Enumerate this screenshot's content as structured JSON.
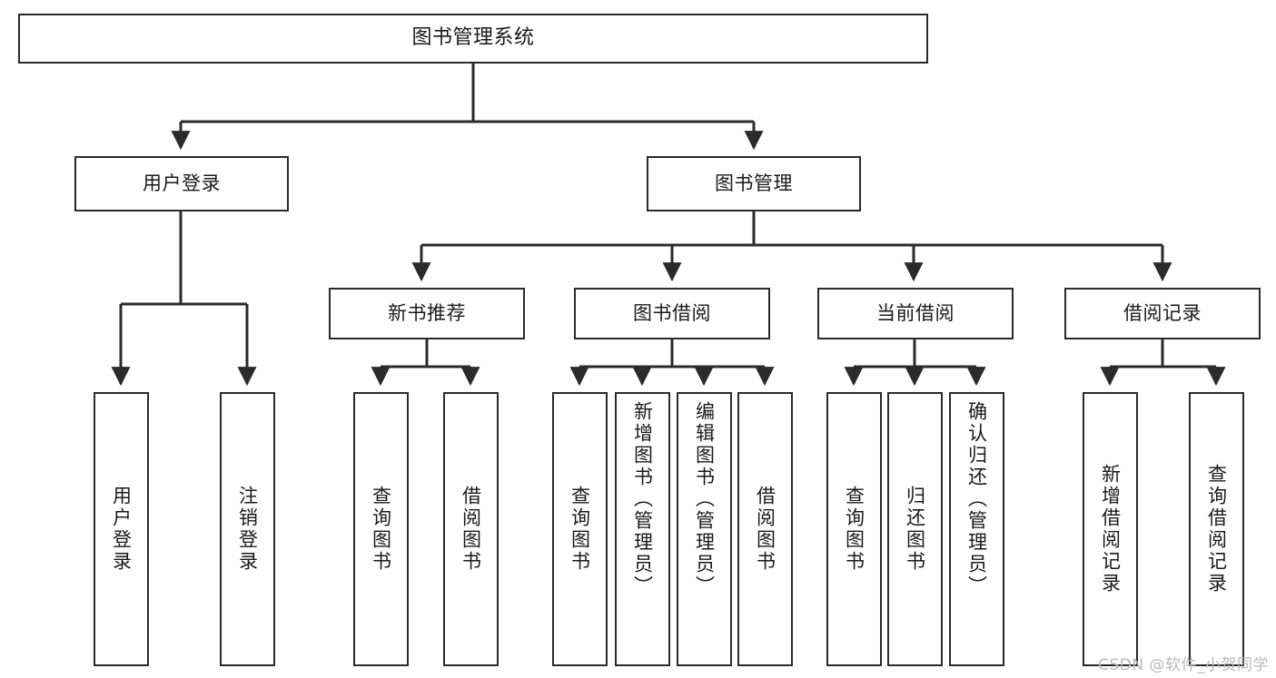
{
  "diagram": {
    "title": "图书管理系统",
    "watermark": "CSDN @软件_小贺同学",
    "style": {
      "line_color": "#2b2b2b",
      "box_fill": "#ffffff",
      "text_color": "#1a1a1a",
      "watermark_color": "#b9b9b9"
    },
    "levels": {
      "root": "图书管理系统",
      "level2": [
        "用户登录",
        "图书管理"
      ],
      "level3": [
        "新书推荐",
        "图书借阅",
        "当前借阅",
        "借阅记录"
      ]
    },
    "nodes": {
      "root": {
        "label": "图书管理系统"
      },
      "user_login": {
        "label": "用户登录"
      },
      "book_manage": {
        "label": "图书管理"
      },
      "new_book_rec": {
        "label": "新书推荐"
      },
      "book_borrow": {
        "label": "图书借阅"
      },
      "current_borrow": {
        "label": "当前借阅"
      },
      "borrow_record": {
        "label": "借阅记录"
      },
      "leaf_user_login": {
        "label": "用户登录"
      },
      "leaf_logout": {
        "label": "注销登录"
      },
      "leaf_query_book_1": {
        "label": "查询图书"
      },
      "leaf_borrow_book_1": {
        "label": "借阅图书"
      },
      "leaf_query_book_2": {
        "label": "查询图书"
      },
      "leaf_add_book": {
        "label": "新增图书（管理员）"
      },
      "leaf_edit_book": {
        "label": "编辑图书（管理员）"
      },
      "leaf_borrow_book_2": {
        "label": "借阅图书"
      },
      "leaf_query_book_3": {
        "label": "查询图书"
      },
      "leaf_return_book": {
        "label": "归还图书"
      },
      "leaf_confirm_return": {
        "label": "确认归还（管理员）"
      },
      "leaf_add_record": {
        "label": "新增借阅记录"
      },
      "leaf_query_record": {
        "label": "查询借阅记录"
      }
    },
    "edges": [
      {
        "from": "root",
        "to": "user_login"
      },
      {
        "from": "root",
        "to": "book_manage"
      },
      {
        "from": "user_login",
        "to": "leaf_user_login"
      },
      {
        "from": "user_login",
        "to": "leaf_logout"
      },
      {
        "from": "book_manage",
        "to": "new_book_rec"
      },
      {
        "from": "book_manage",
        "to": "book_borrow"
      },
      {
        "from": "book_manage",
        "to": "current_borrow"
      },
      {
        "from": "book_manage",
        "to": "borrow_record"
      },
      {
        "from": "new_book_rec",
        "to": "leaf_query_book_1"
      },
      {
        "from": "new_book_rec",
        "to": "leaf_borrow_book_1"
      },
      {
        "from": "book_borrow",
        "to": "leaf_query_book_2"
      },
      {
        "from": "book_borrow",
        "to": "leaf_add_book"
      },
      {
        "from": "book_borrow",
        "to": "leaf_edit_book"
      },
      {
        "from": "book_borrow",
        "to": "leaf_borrow_book_2"
      },
      {
        "from": "current_borrow",
        "to": "leaf_query_book_3"
      },
      {
        "from": "current_borrow",
        "to": "leaf_return_book"
      },
      {
        "from": "current_borrow",
        "to": "leaf_confirm_return"
      },
      {
        "from": "borrow_record",
        "to": "leaf_add_record"
      },
      {
        "from": "borrow_record",
        "to": "leaf_query_record"
      }
    ]
  }
}
